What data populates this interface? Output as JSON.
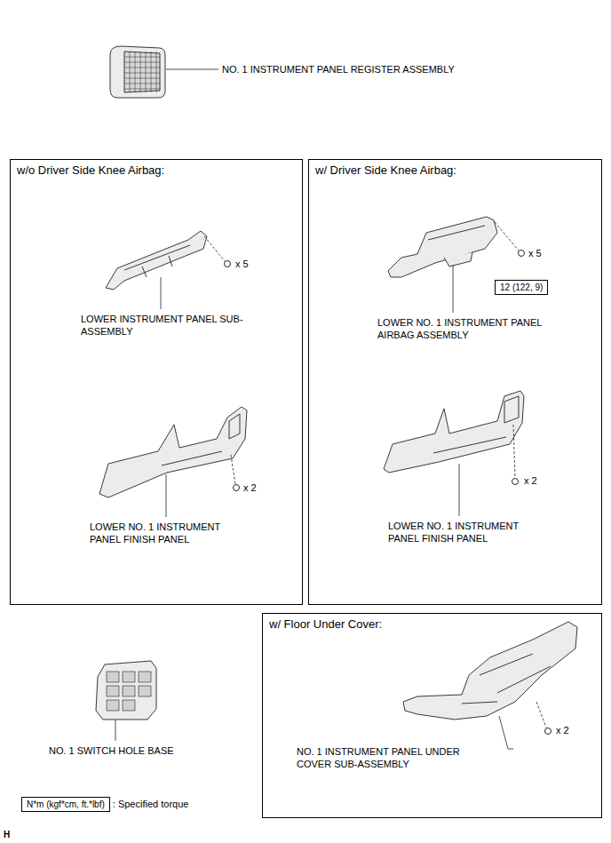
{
  "diagram": {
    "nodes": [
      {
        "text": [
          "w/o Driver Side Knee Airbag:"
        ]
      },
      {
        "text": [
          "w/ Driver Side Knee Airbag:"
        ]
      },
      {
        "text": [
          "12 (122, 9)"
        ],
        "in": 1
      },
      {
        "text": [
          "w/ Floor Under Cover:"
        ]
      },
      {
        "text": [
          "N*m (kgf*cm, ft.*lbf)"
        ]
      }
    ],
    "labels": [
      "NO. 1 INSTRUMENT PANEL REGISTER ASSEMBLY",
      "LOWER INSTRUMENT PANEL SUB-ASSEMBLY",
      "x 5",
      "LOWER NO. 1 INSTRUMENT PANEL FINISH PANEL",
      "x 2",
      "LOWER NO. 1 INSTRUMENT PANEL AIRBAG ASSEMBLY",
      "x 5",
      "LOWER NO. 1 INSTRUMENT PANEL FINISH PANEL",
      "x 2",
      "NO. 1 SWITCH HOLE BASE",
      "NO. 1 INSTRUMENT PANEL UNDER COVER SUB-ASSEMBLY",
      "x 2",
      "H"
    ],
    "legend": [
      {
        "text": ": Specified torque"
      }
    ]
  }
}
